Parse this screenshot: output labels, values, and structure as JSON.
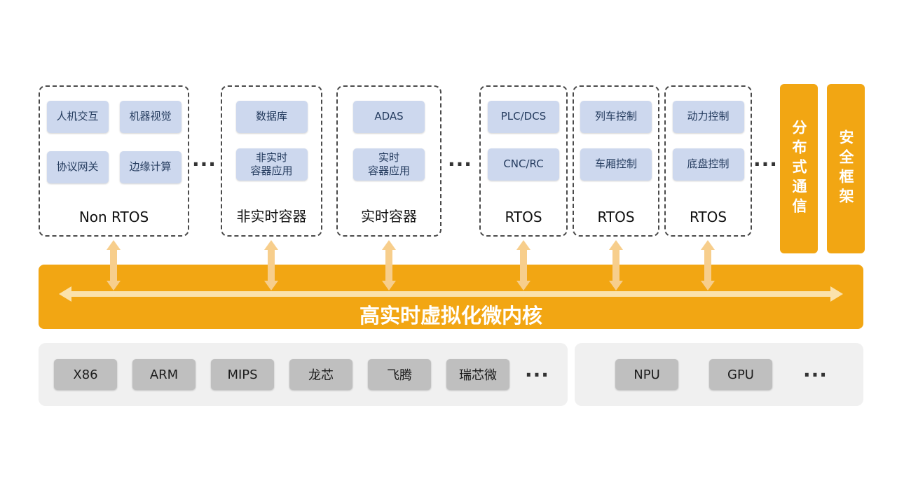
{
  "ellipsis": "···",
  "colors": {
    "accent_orange": "#F2A613",
    "arrow_light_on_white": "#F7CE8C",
    "arrow_light_on_orange": "#FBE2AC",
    "app_chip_bg": "#CDD8EE",
    "app_chip_text": "#243B5E",
    "hw_chip_bg": "#BFBFBF",
    "hw_panel_bg": "#F0F0F0"
  },
  "groups": [
    {
      "label": "Non RTOS",
      "chips": [
        "人机交互",
        "机器视觉",
        "协议网关",
        "边缘计算"
      ]
    },
    {
      "label": "非实时容器",
      "chips": [
        "数据库",
        "非实时\n容器应用"
      ]
    },
    {
      "label": "实时容器",
      "chips": [
        "ADAS",
        "实时\n容器应用"
      ]
    },
    {
      "label": "RTOS",
      "chips": [
        "PLC/DCS",
        "CNC/RC"
      ]
    },
    {
      "label": "RTOS",
      "chips": [
        "列车控制",
        "车厢控制"
      ]
    },
    {
      "label": "RTOS",
      "chips": [
        "动力控制",
        "底盘控制"
      ]
    }
  ],
  "side_bars": [
    {
      "label": "分布式通信"
    },
    {
      "label": "安全框架"
    }
  ],
  "kernel_bar": {
    "label": "高实时虚拟化微内核"
  },
  "hardware": {
    "left": [
      "X86",
      "ARM",
      "MIPS",
      "龙芯",
      "飞腾",
      "瑞芯微"
    ],
    "right": [
      "NPU",
      "GPU"
    ]
  }
}
